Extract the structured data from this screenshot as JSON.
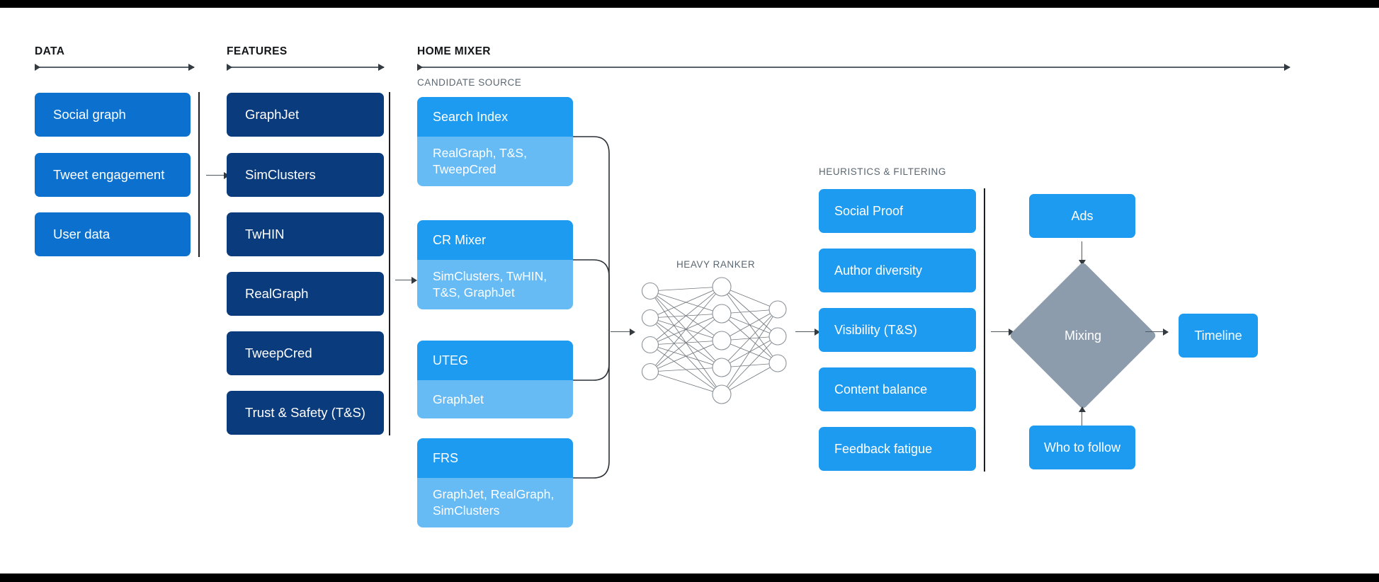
{
  "sections": [
    {
      "id": "data",
      "label": "DATA"
    },
    {
      "id": "features",
      "label": "FEATURES"
    },
    {
      "id": "home",
      "label": "HOME MIXER"
    }
  ],
  "subheads": {
    "candidate_source": "CANDIDATE SOURCE",
    "heavy_ranker": "HEAVY RANKER",
    "heuristics": "HEURISTICS & FILTERING"
  },
  "data_column": {
    "items": [
      {
        "label": "Social graph"
      },
      {
        "label": "Tweet engagement"
      },
      {
        "label": "User data"
      }
    ]
  },
  "features_column": {
    "items": [
      {
        "label": "GraphJet"
      },
      {
        "label": "SimClusters"
      },
      {
        "label": "TwHIN"
      },
      {
        "label": "RealGraph"
      },
      {
        "label": "TweepCred"
      },
      {
        "label": "Trust & Safety (T&S)"
      }
    ]
  },
  "candidate_sources": {
    "items": [
      {
        "title": "Search Index",
        "features": "RealGraph, T&S, TweepCred"
      },
      {
        "title": "CR Mixer",
        "features": "SimClusters, TwHIN, T&S, GraphJet"
      },
      {
        "title": "UTEG",
        "features": "GraphJet"
      },
      {
        "title": "FRS",
        "features": "GraphJet, RealGraph, SimClusters"
      }
    ]
  },
  "heavy_ranker": {
    "label": "HEAVY RANKER",
    "layers": [
      4,
      5,
      3
    ]
  },
  "heuristics_column": {
    "items": [
      {
        "label": "Social Proof"
      },
      {
        "label": "Author diversity"
      },
      {
        "label": "Visibility (T&S)"
      },
      {
        "label": "Content balance"
      },
      {
        "label": "Feedback fatigue"
      }
    ]
  },
  "mixing_stage": {
    "ads": "Ads",
    "who_to_follow": "Who to follow",
    "mixing": "Mixing",
    "timeline": "Timeline"
  },
  "colors": {
    "data_blue": "#0C71CE",
    "feature_navy": "#0A3B7C",
    "twitter_blue": "#1D9BF0",
    "light_blue": "#66BBF5",
    "diamond_gray": "#8C9CAC",
    "line_gray": "#50585f",
    "background": "#ffffff",
    "letterbox": "#000000"
  }
}
